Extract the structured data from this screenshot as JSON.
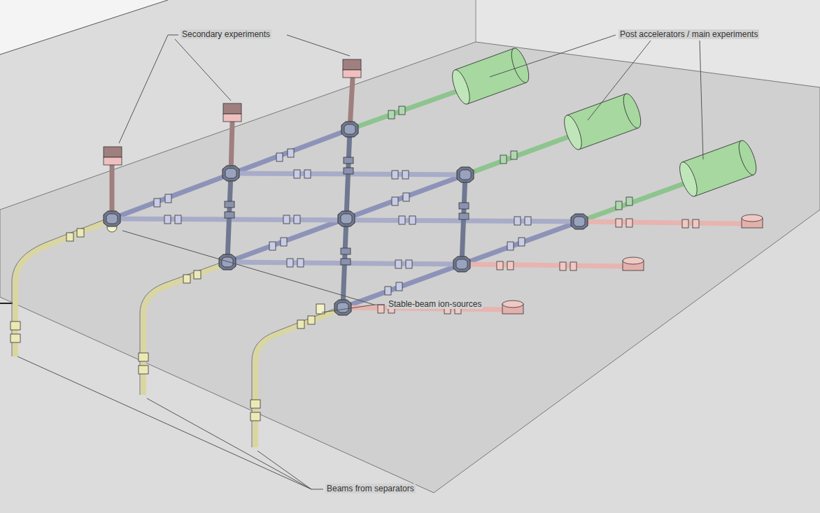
{
  "diagram": {
    "labels": [
      "Secondary experiments",
      "Post accelerators / main experiments",
      "Stable-beam ion-sources",
      "Beams from separators"
    ]
  }
}
